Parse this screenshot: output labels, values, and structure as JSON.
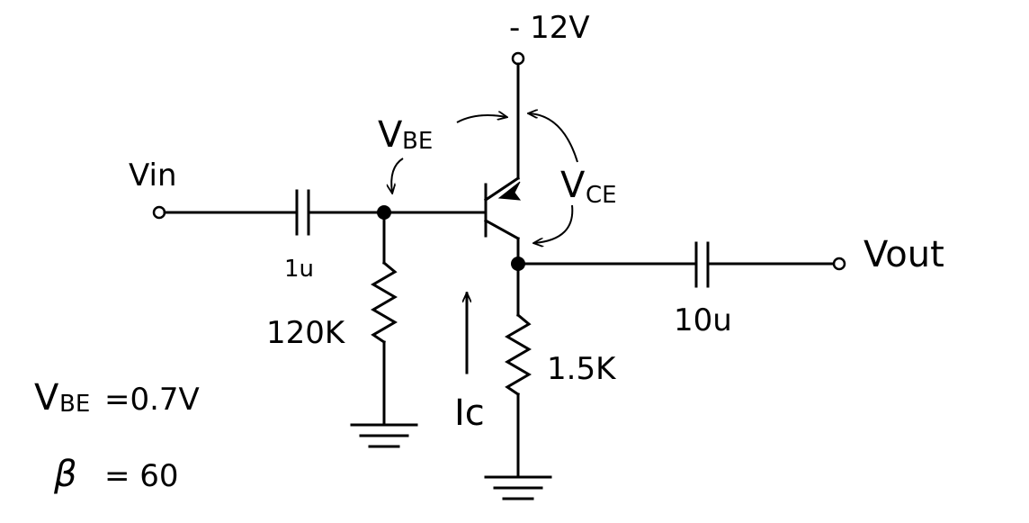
{
  "supply": {
    "label": "- 12V"
  },
  "input": {
    "label": "Vin"
  },
  "output": {
    "label": "Vout"
  },
  "components": {
    "c_in": "1u",
    "r_base": "120K",
    "r_collector": "1.5K",
    "c_out": "10u"
  },
  "annotations": {
    "vbe_main": "V",
    "vbe_sub": "BE",
    "vce_main": "V",
    "vce_sub": "CE",
    "ic": "Ic"
  },
  "params": {
    "vbe_main": "V",
    "vbe_sub": "BE",
    "vbe_value": "=0.7V",
    "beta_symbol": "β",
    "beta_value": "= 60"
  },
  "colors": {
    "ink": "#000000",
    "background": "#ffffff"
  }
}
